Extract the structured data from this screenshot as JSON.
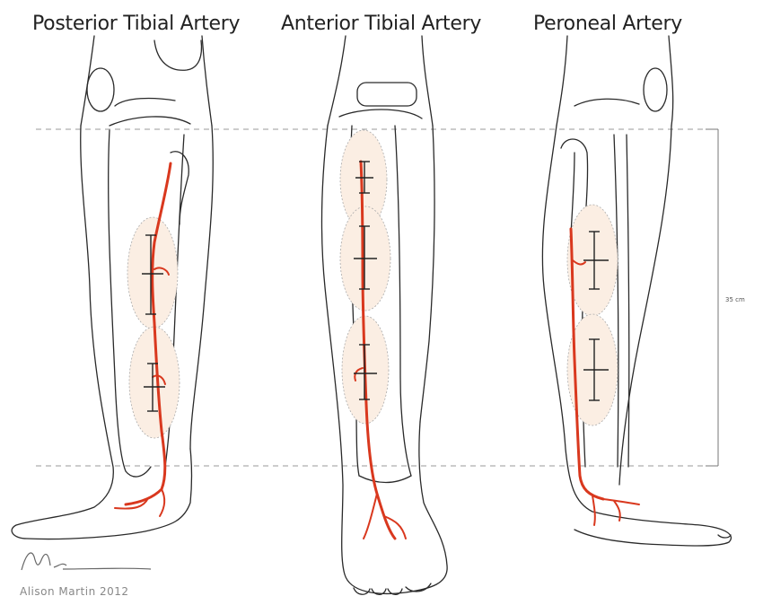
{
  "titles": {
    "posterior": "Posterior Tibial Artery",
    "anterior": "Anterior Tibial Artery",
    "peroneal": "Peroneal Artery"
  },
  "measurement_label": "35 cm",
  "credit": "Alison Martin 2012",
  "colors": {
    "artery": "#d9381e",
    "outline": "#2a2a2a",
    "zone_fill": "#fbeee3",
    "dashed": "#999999"
  }
}
